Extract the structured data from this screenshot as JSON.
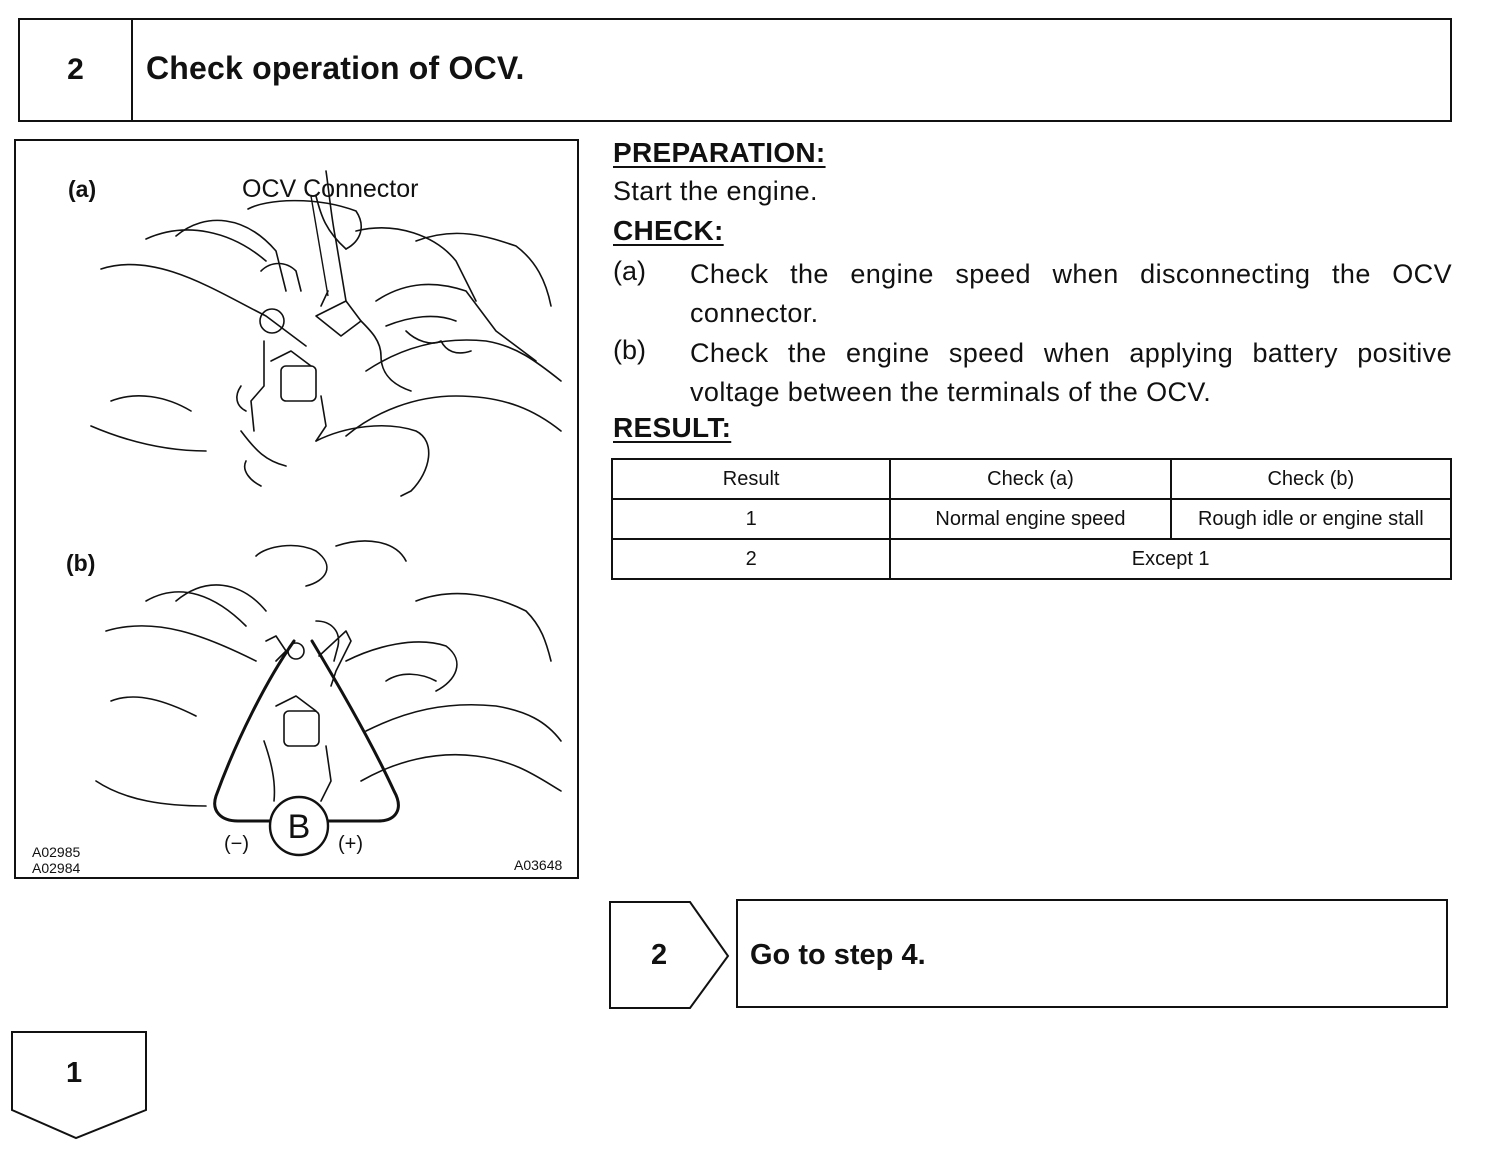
{
  "step": {
    "number": "2",
    "title": "Check operation of OCV."
  },
  "figure": {
    "label_a": "(a)",
    "connector_label": "OCV Connector",
    "label_b": "(b)",
    "minus_label": "(−)",
    "plus_label": "(+)",
    "battery_symbol": "B",
    "code_left_1": "A02985",
    "code_left_2": "A02984",
    "code_right": "A03648"
  },
  "preparation": {
    "heading": "PREPARATION:",
    "text": "Start the engine."
  },
  "check": {
    "heading": "CHECK:",
    "items": [
      {
        "label": "(a)",
        "text": "Check the engine speed when disconnecting the OCV connector."
      },
      {
        "label": "(b)",
        "text": "Check the engine speed when applying battery positive voltage between the terminals of the OCV."
      }
    ]
  },
  "result": {
    "heading": "RESULT:",
    "headers": [
      "Result",
      "Check (a)",
      "Check (b)"
    ],
    "rows": [
      [
        "1",
        "Normal engine speed",
        "Rough idle or engine stall"
      ],
      [
        "2",
        "Except 1"
      ]
    ]
  },
  "branch_2": {
    "number": "2",
    "text": "Go to step 4."
  },
  "branch_1": {
    "number": "1"
  }
}
